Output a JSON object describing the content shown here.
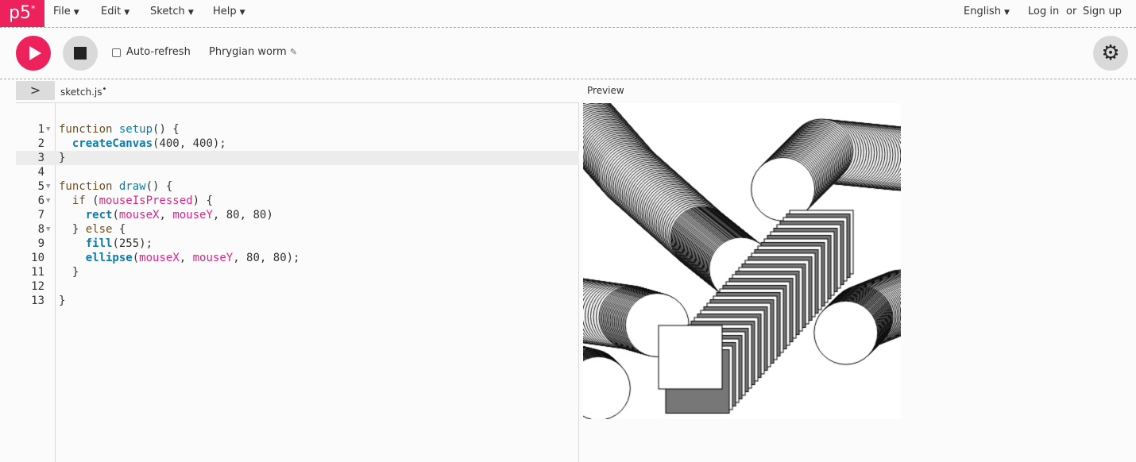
{
  "nav": {
    "logo": "p5",
    "logo_star": "*",
    "menus": [
      "File",
      "Edit",
      "Sketch",
      "Help"
    ],
    "language": "English",
    "login": "Log in",
    "or": "or",
    "signup": "Sign up"
  },
  "toolbar": {
    "auto_refresh_label": "Auto-refresh",
    "auto_refresh_checked": false,
    "sketch_name": "Phrygian worm",
    "edit_icon": "pencil-icon",
    "settings_icon": "gear-icon"
  },
  "editor": {
    "file_name": "sketch.js",
    "unsaved_dot": "•",
    "toggle_icon": "chevron-right-icon",
    "highlighted_line": 3,
    "lines": [
      {
        "n": "1",
        "fold": true,
        "tokens": [
          [
            "kw",
            "function "
          ],
          [
            "fn",
            "setup"
          ],
          [
            "p",
            "() {"
          ]
        ]
      },
      {
        "n": "2",
        "fold": false,
        "tokens": [
          [
            "p",
            "  "
          ],
          [
            "bi",
            "createCanvas"
          ],
          [
            "p",
            "(400, 400);"
          ]
        ]
      },
      {
        "n": "3",
        "fold": false,
        "tokens": [
          [
            "p",
            "}"
          ]
        ]
      },
      {
        "n": "4",
        "fold": false,
        "tokens": []
      },
      {
        "n": "5",
        "fold": true,
        "tokens": [
          [
            "kw",
            "function "
          ],
          [
            "fn",
            "draw"
          ],
          [
            "p",
            "() {"
          ]
        ]
      },
      {
        "n": "6",
        "fold": true,
        "tokens": [
          [
            "p",
            "  "
          ],
          [
            "kw",
            "if"
          ],
          [
            "p",
            " ("
          ],
          [
            "var",
            "mouseIsPressed"
          ],
          [
            "p",
            ") {"
          ]
        ]
      },
      {
        "n": "7",
        "fold": false,
        "tokens": [
          [
            "p",
            "    "
          ],
          [
            "bi",
            "rect"
          ],
          [
            "p",
            "("
          ],
          [
            "var",
            "mouseX"
          ],
          [
            "p",
            ", "
          ],
          [
            "var",
            "mouseY"
          ],
          [
            "p",
            ", 80, 80)"
          ]
        ]
      },
      {
        "n": "8",
        "fold": true,
        "tokens": [
          [
            "p",
            "  } "
          ],
          [
            "kw",
            "else"
          ],
          [
            "p",
            " {"
          ]
        ]
      },
      {
        "n": "9",
        "fold": false,
        "tokens": [
          [
            "p",
            "    "
          ],
          [
            "bi",
            "fill"
          ],
          [
            "p",
            "(255);"
          ]
        ]
      },
      {
        "n": "10",
        "fold": false,
        "tokens": [
          [
            "p",
            "    "
          ],
          [
            "bi",
            "ellipse"
          ],
          [
            "p",
            "("
          ],
          [
            "var",
            "mouseX"
          ],
          [
            "p",
            ", "
          ],
          [
            "var",
            "mouseY"
          ],
          [
            "p",
            ", 80, 80);"
          ]
        ]
      },
      {
        "n": "11",
        "fold": false,
        "tokens": [
          [
            "p",
            "  }"
          ]
        ]
      },
      {
        "n": "12",
        "fold": false,
        "tokens": []
      },
      {
        "n": "13",
        "fold": false,
        "tokens": [
          [
            "p",
            "}"
          ]
        ]
      }
    ]
  },
  "preview": {
    "label": "Preview"
  },
  "colors": {
    "accent": "#ed225d",
    "keyword": "#704f21",
    "function": "#0b7ca9",
    "variable": "#d52889"
  }
}
